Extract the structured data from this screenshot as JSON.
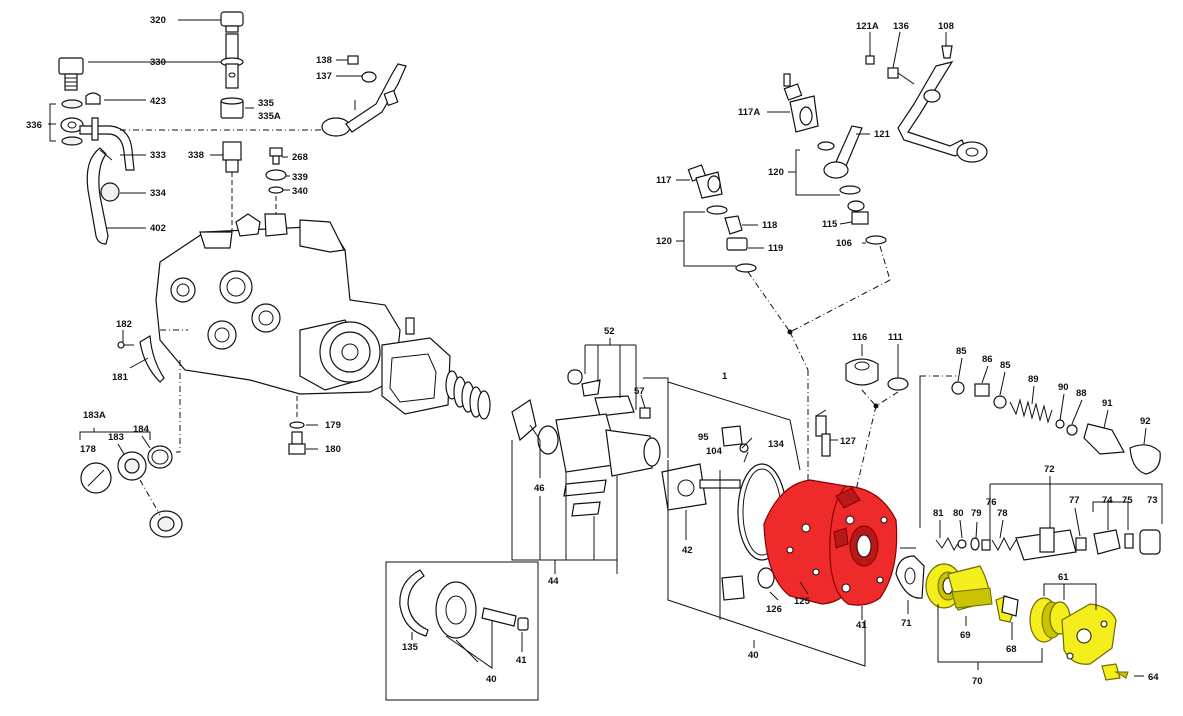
{
  "diagram": {
    "highlight_colors": {
      "red": "#ee2a2a",
      "yellow": "#f4ee1c"
    },
    "labels": {
      "l320": "320",
      "l330": "330",
      "l423": "423",
      "l336": "336",
      "l335": "335",
      "l335a": "335A",
      "l338": "338",
      "l268": "268",
      "l339": "339",
      "l340": "340",
      "l333": "333",
      "l334": "334",
      "l402": "402",
      "l138": "138",
      "l137": "137",
      "l121a": "121A",
      "l136": "136",
      "l108": "108",
      "l117a": "117A",
      "l121": "121",
      "l120a": "120",
      "l115": "115",
      "l106": "106",
      "l117": "117",
      "l118": "118",
      "l120b": "120",
      "l119": "119",
      "l182": "182",
      "l181": "181",
      "l183a": "183A",
      "l183": "183",
      "l184": "184",
      "l178": "178",
      "l179": "179",
      "l180": "180",
      "l52": "52",
      "l57": "57",
      "l1": "1",
      "l95": "95",
      "l104": "104",
      "l134": "134",
      "l46": "46",
      "l42": "42",
      "l44": "44",
      "l116": "116",
      "l111": "111",
      "l127": "127",
      "l85a": "85",
      "l86": "86",
      "l85b": "85",
      "l89": "89",
      "l90": "90",
      "l88": "88",
      "l91": "91",
      "l92": "92",
      "l72": "72",
      "l76": "76",
      "l81": "81",
      "l80": "80",
      "l79": "79",
      "l78": "78",
      "l77": "77",
      "l74": "74",
      "l75": "75",
      "l73": "73",
      "l126": "126",
      "l125": "125",
      "l41": "41",
      "l71": "71",
      "l61": "61",
      "l69": "69",
      "l68": "68",
      "l70": "70",
      "l64": "64",
      "l40a": "40",
      "l135": "135",
      "l40b": "40",
      "l41b": "41"
    }
  }
}
